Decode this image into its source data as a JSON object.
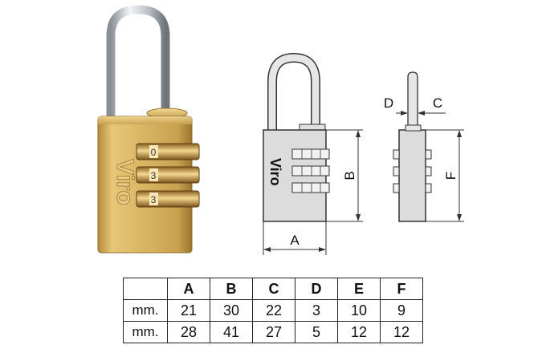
{
  "brand": "Viro",
  "dial_digits": [
    "0",
    "3",
    "3"
  ],
  "drawing": {
    "front_label_width": "A",
    "front_label_height": "B",
    "side_label_depth_shackle": "D",
    "side_label_shackle": "C",
    "side_label_height": "F",
    "front_brand": "Viro"
  },
  "table": {
    "headers": [
      "A",
      "B",
      "C",
      "D",
      "E",
      "F"
    ],
    "rows": [
      {
        "unit": "mm.",
        "values": [
          "21",
          "30",
          "22",
          "3",
          "10",
          "9"
        ]
      },
      {
        "unit": "mm.",
        "values": [
          "28",
          "41",
          "27",
          "5",
          "12",
          "12"
        ]
      }
    ]
  }
}
